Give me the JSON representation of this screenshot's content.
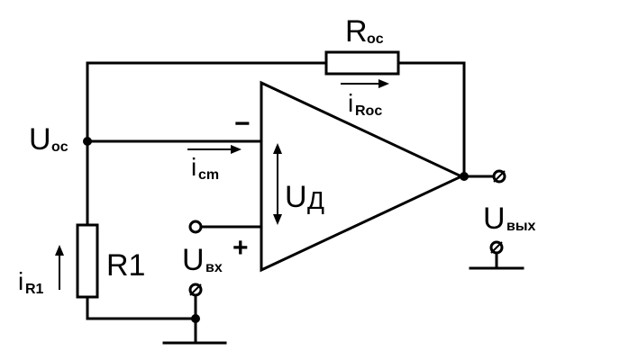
{
  "labels": {
    "r_oc_main": "R",
    "r_oc_sub": "oc",
    "i_roc_main": "i",
    "i_roc_sub": "Roc",
    "u_oc_main": "U",
    "u_oc_sub": "oc",
    "i_cm_main": "i",
    "i_cm_sub": "cm",
    "u_d_main": "U",
    "u_d_sub": "Д",
    "u_vx_main": "U",
    "u_vx_sub": "вх",
    "u_vyx_main": "U",
    "u_vyx_sub": "вых",
    "r1": "R1",
    "i_r1_main": "i",
    "i_r1_sub": "R1",
    "minus": "−",
    "plus": "+"
  }
}
